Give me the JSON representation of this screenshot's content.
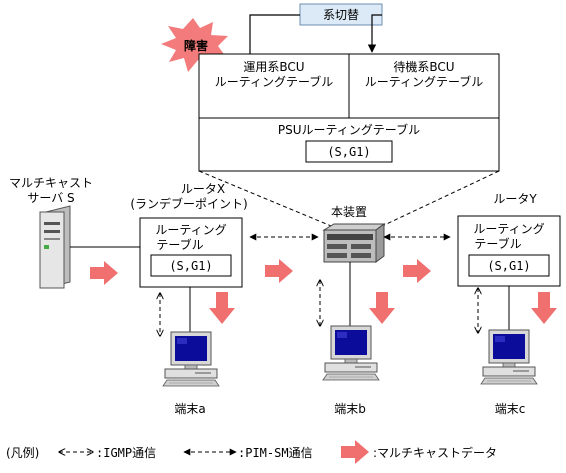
{
  "switchover": {
    "label": "系切替"
  },
  "failure": {
    "label": "障害"
  },
  "bcu_active": {
    "line1": "運用系BCU",
    "line2": "ルーティングテーブル"
  },
  "bcu_standby": {
    "line1": "待機系BCU",
    "line2": "ルーティングテーブル"
  },
  "psu": {
    "label": "PSUルーティングテーブル",
    "entry": "(S,G1)"
  },
  "server": {
    "line1": "マルチキャスト",
    "line2": "サーバ S"
  },
  "router_x": {
    "line1": "ルータX",
    "line2": "(ランデブーポイント)",
    "table_line1": "ルーティング",
    "table_line2": "テーブル",
    "entry": "(S,G1)"
  },
  "device": {
    "label": "本装置"
  },
  "router_y": {
    "line1": "ルータY",
    "table_line1": "ルーティング",
    "table_line2": "テーブル",
    "entry": "(S,G1)"
  },
  "terminals": [
    {
      "label": "端末a"
    },
    {
      "label": "端末b"
    },
    {
      "label": "端末c"
    }
  ],
  "legend": {
    "title": "(凡例)",
    "igmp": ":IGMP通信",
    "pim": ":PIM-SM通信",
    "multicast": ":マルチキャストデータ"
  },
  "colors": {
    "arrow_fill": "#f07070",
    "burst_fill": "#f37b7b",
    "switch_fill": "#dbeaf6",
    "screen": "#0c0c9a"
  }
}
